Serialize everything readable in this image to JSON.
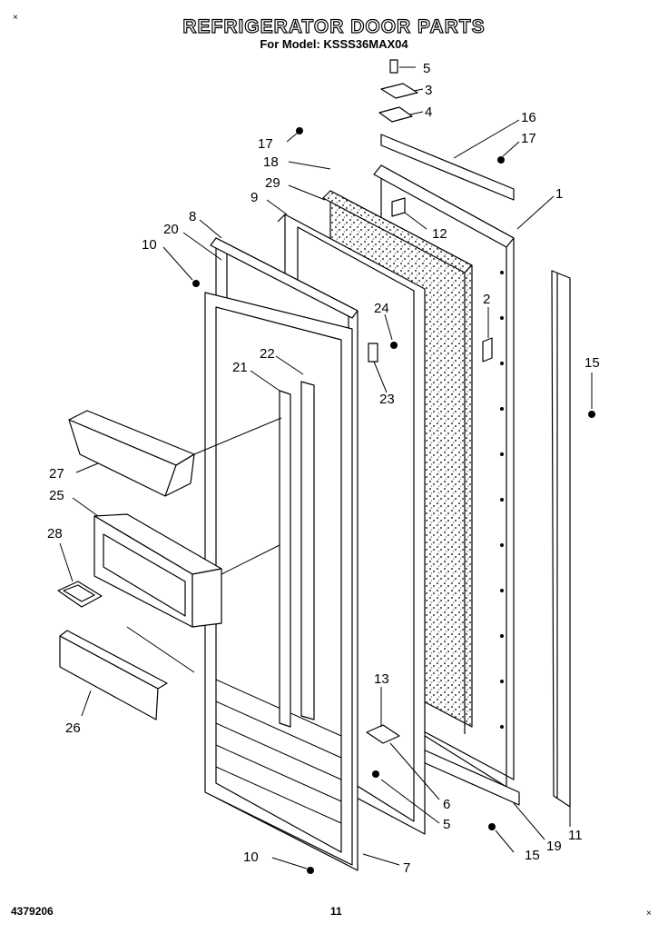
{
  "title": "REFRIGERATOR DOOR PARTS",
  "subtitle": "For Model: KSSS36MAX04",
  "footer": {
    "doc_number": "4379206",
    "page": "11"
  },
  "corner_mark": "×",
  "callouts": [
    "5",
    "3",
    "4",
    "16",
    "17",
    "17",
    "18",
    "29",
    "9",
    "1",
    "8",
    "20",
    "10",
    "12",
    "2",
    "24",
    "22",
    "21",
    "23",
    "15",
    "27",
    "25",
    "28",
    "13",
    "26",
    "6",
    "5",
    "19",
    "11",
    "15",
    "10",
    "7"
  ]
}
